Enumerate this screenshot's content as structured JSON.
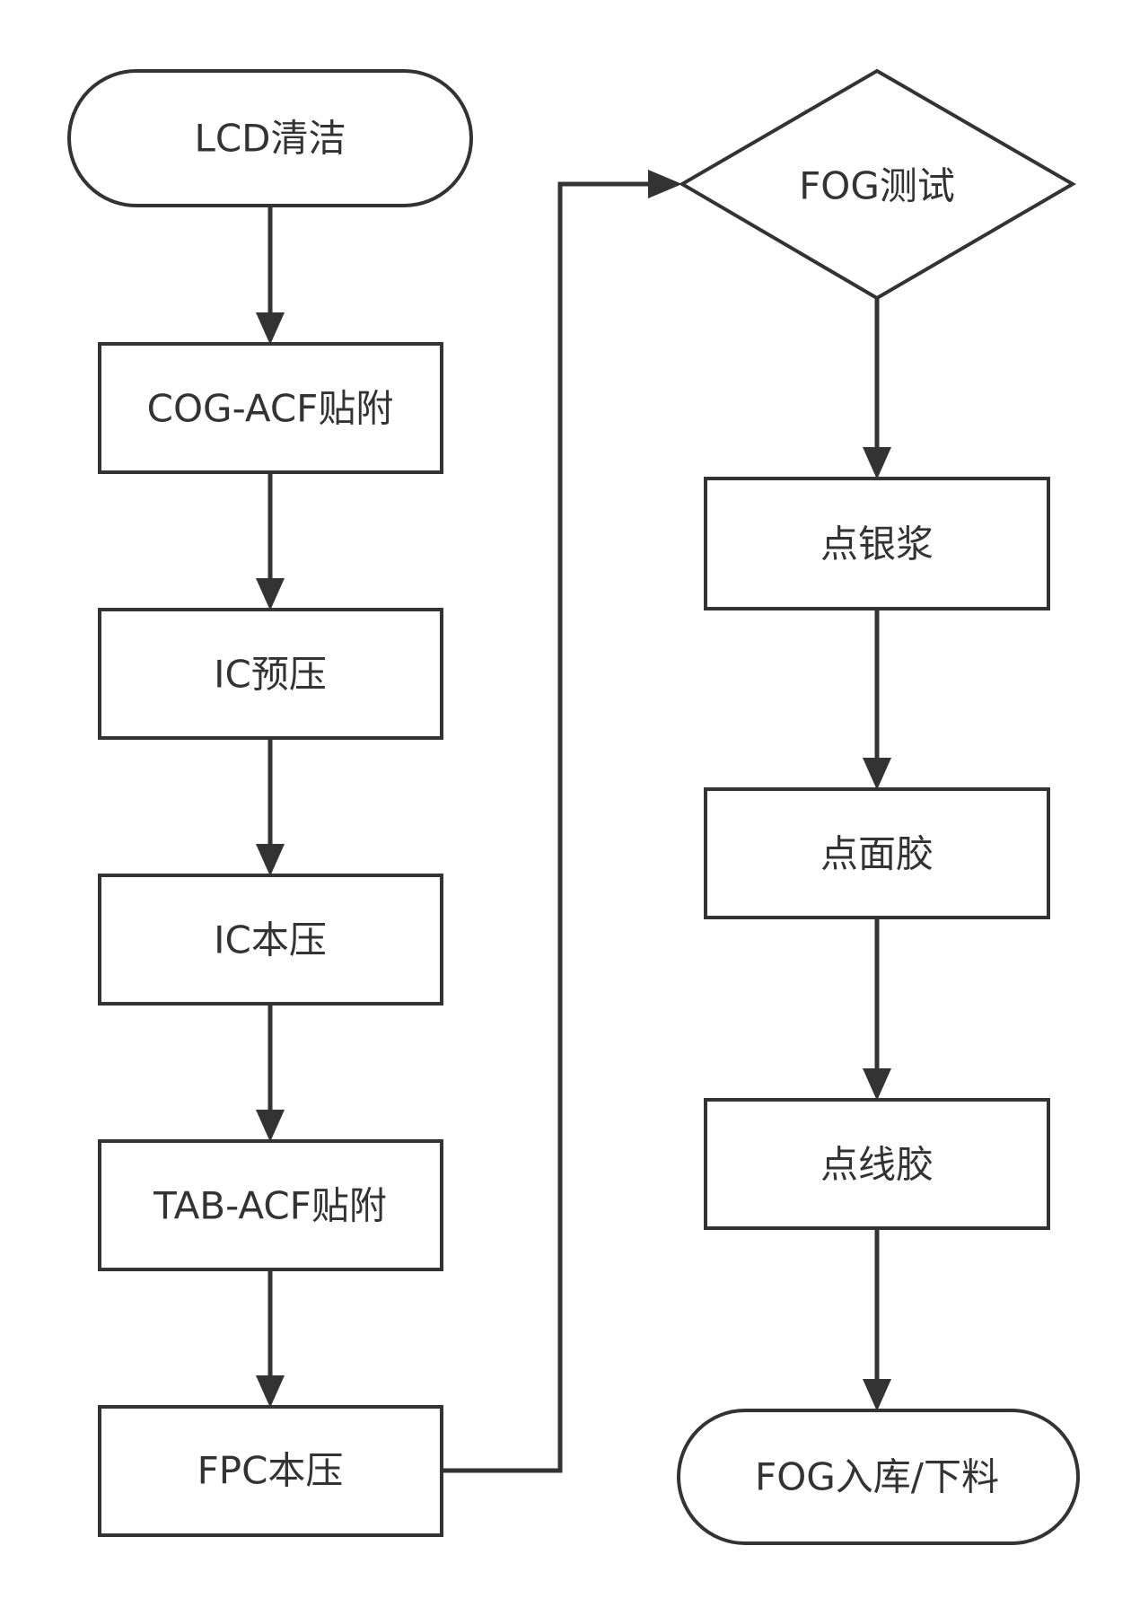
{
  "diagram": {
    "nodes": {
      "lcd_clean": "LCD清洁",
      "cog_acf": "COG-ACF贴附",
      "ic_pre_press": "IC预压",
      "ic_main_press": "IC本压",
      "tab_acf": "TAB-ACF贴附",
      "fpc_main_press": "FPC本压",
      "fog_test": "FOG测试",
      "silver_paste": "点银浆",
      "face_glue": "点面胶",
      "line_glue": "点线胶",
      "fog_storage": "FOG入库/下料"
    }
  }
}
